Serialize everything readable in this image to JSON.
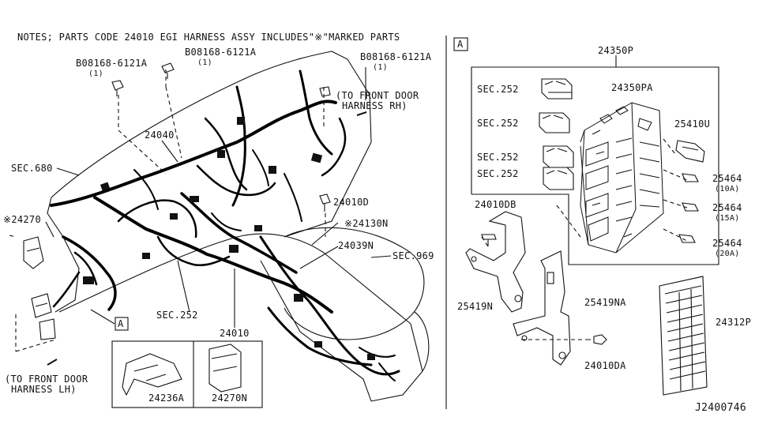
{
  "notes": "NOTES; PARTS CODE 24010 EGI HARNESS ASSY INCLUDES\"※\"MARKED PARTS",
  "left": {
    "bolt1_code": "B08168-6121A",
    "bolt1_qty": "(1)",
    "bolt2_code": "B08168-6121A",
    "bolt2_qty": "(1)",
    "bolt3_code": "B08168-6121A",
    "bolt3_qty": "(1)",
    "to_front_door_rh_1": "(TO FRONT DOOR",
    "to_front_door_rh_2": "HARNESS RH)",
    "p24040": "24040",
    "sec680": "SEC.680",
    "p24270": "※24270",
    "p24010d": "24010D",
    "p24130n": "※24130N",
    "p24039n": "24039N",
    "sec969": "SEC.969",
    "sec252": "SEC.252",
    "p24010": "24010",
    "view_a": "A",
    "to_front_door_lh_1": "(TO FRONT DOOR",
    "to_front_door_lh_2": "HARNESS LH)",
    "p24236a": "24236A",
    "p24270n": "24270N"
  },
  "right": {
    "view_a": "A",
    "p24350p": "24350P",
    "p24350pa": "24350PA",
    "sec252_1": "SEC.252",
    "sec252_2": "SEC.252",
    "sec252_3": "SEC.252",
    "sec252_4": "SEC.252",
    "p25410u": "25410U",
    "p25464_10": "25464",
    "a10": "(10A)",
    "p25464_15": "25464",
    "a15": "(15A)",
    "p25464_20": "25464",
    "a20": "(20A)",
    "p24010db": "24010DB",
    "p25419n": "25419N",
    "p25419na": "25419NA",
    "p24010da": "24010DA",
    "p24312p": "24312P",
    "diagram_id": "J2400746"
  }
}
